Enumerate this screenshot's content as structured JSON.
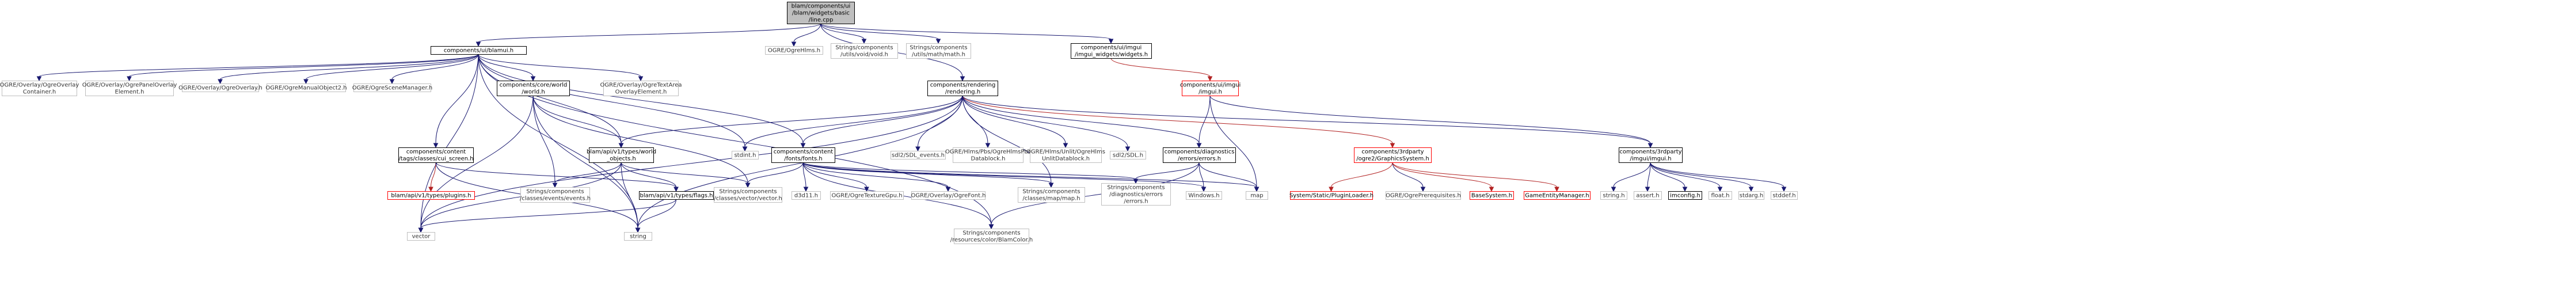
{
  "colors": {
    "edge": "#191970",
    "edge_highlight": "#b22222",
    "root_fill": "#bfbfbf",
    "external_border": "#bfbfbf",
    "missing_border": "#ff0000"
  },
  "nodes": {
    "root": [
      "blam/components/ui",
      "/blam/widgets/basic",
      "/line.cpp"
    ],
    "blamui": [
      "components/ui/blamui.h"
    ],
    "ogrehlms": [
      "OGRE/OgreHlms.h"
    ],
    "strvoid": [
      "Strings/components",
      "/utils/void/void.h"
    ],
    "strmath": [
      "Strings/components",
      "/utils/math/math.h"
    ],
    "rendering": [
      "components/rendering",
      "/rendering.h"
    ],
    "imguiwidgets": [
      "components/ui/imgui",
      "/imgui_widgets/widgets.h"
    ],
    "ovcontainer": [
      "OGRE/Overlay/OgreOverlay",
      "Container.h"
    ],
    "ovpanel": [
      "OGRE/Overlay/OgrePanelOverlay",
      "Element.h"
    ],
    "ovoverlay": [
      "OGRE/Overlay/OgreOverlay.h"
    ],
    "manual": [
      "OGRE/OgreManualObject2.h"
    ],
    "scenemgr": [
      "OGRE/OgreSceneManager.h"
    ],
    "world": [
      "components/core/world",
      "/world.h"
    ],
    "ovtextarea": [
      "OGRE/Overlay/OgreTextArea",
      "OverlayElement.h"
    ],
    "uiimgui": [
      "components/ui/imgui",
      "/imgui.h"
    ],
    "contentcui": [
      "components/content",
      "/tags/classes/cui_screen.h"
    ],
    "worldobjects": [
      "blam/api/v1/types/world",
      "_objects.h"
    ],
    "stdint": [
      "stdint.h"
    ],
    "fonts": [
      "components/content",
      "/fonts/fonts.h"
    ],
    "sdlevents": [
      "sdl2/SDL_events.h"
    ],
    "hlmspbs": [
      "OGRE/Hlms/Pbs/OgreHlmsPbs",
      "Datablock.h"
    ],
    "hlmsunlit": [
      "OGRE/Hlms/Unlit/OgreHlms",
      "UnlitDatablock.h"
    ],
    "sdl": [
      "sdl2/SDL.h"
    ],
    "errors": [
      "components/diagnostics",
      "/errors/errors.h"
    ],
    "graphicssystem": [
      "components/3rdparty",
      "/ogre2/GraphicsSystem.h"
    ],
    "thirdimgui": [
      "components/3rdparty",
      "/imgui/imgui.h"
    ],
    "plugins": [
      "blam/api/v1/types/plugins.h"
    ],
    "flags": [
      "blam/api/v1/types/flags.h"
    ],
    "strevents": [
      "Strings/components",
      "/classes/events/events.h"
    ],
    "strvector": [
      "Strings/components",
      "/classes/vector/vector.h"
    ],
    "d3d11": [
      "d3d11.h"
    ],
    "texgpu": [
      "OGRE/OgreTextureGpu.h"
    ],
    "ovfont": [
      "OGRE/Overlay/OgreFont.h"
    ],
    "strmap": [
      "Strings/components",
      "/classes/map/map.h"
    ],
    "strerrors": [
      "Strings/components",
      "/diagnostics/errors",
      "/errors.h"
    ],
    "windows": [
      "Windows.h"
    ],
    "map": [
      "map"
    ],
    "plugin": [
      "System/Static/PluginLoader.h"
    ],
    "prereq": [
      "OGRE/OgrePrerequisites.h"
    ],
    "basesystem": [
      "BaseSystem.h"
    ],
    "gameentity": [
      "GameEntityManager.h"
    ],
    "stringh": [
      "string.h"
    ],
    "asserth": [
      "assert.h"
    ],
    "imconfig": [
      "imconfig.h"
    ],
    "floath": [
      "float.h"
    ],
    "stdargh": [
      "stdarg.h"
    ],
    "stddefh": [
      "stddef.h"
    ],
    "vector": [
      "vector"
    ],
    "string": [
      "string"
    ],
    "blamcolor": [
      "Strings/components",
      "/resources/color/BlamColor.h"
    ]
  }
}
